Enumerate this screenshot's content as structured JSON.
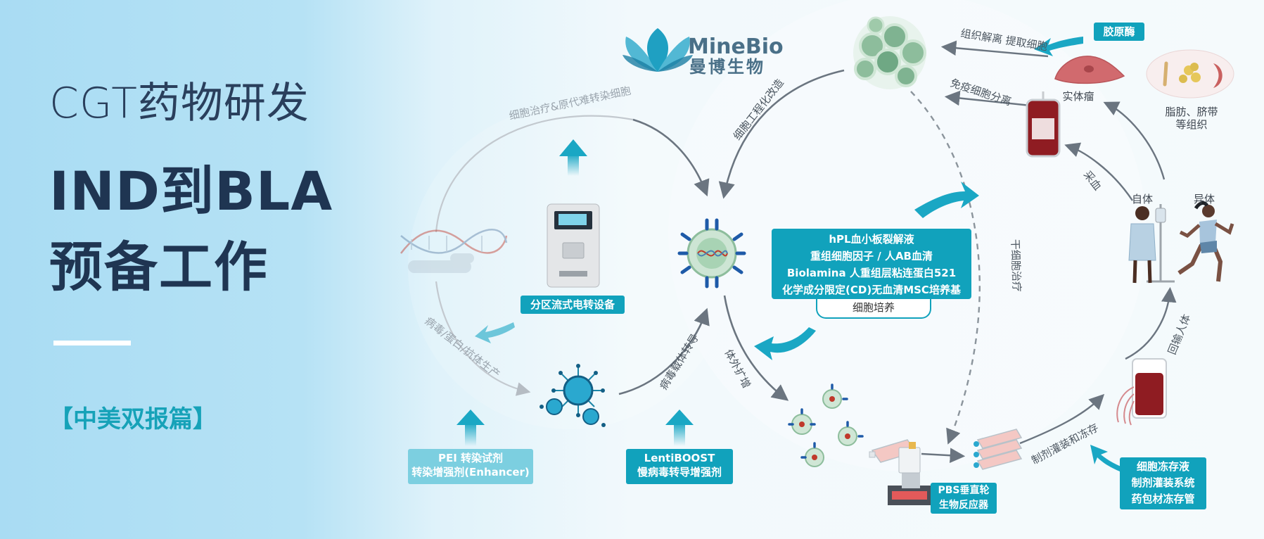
{
  "left": {
    "title_line1": "CGT药物研发",
    "title_line2": "IND到BLA",
    "title_line3": "预备工作",
    "subtitle": "【中美双报篇】"
  },
  "logo": {
    "en": "MineBio",
    "cn": "曼博生物"
  },
  "boxes": {
    "electro": "分区流式电转设备",
    "pei_line1": "PEI 转染试剂",
    "pei_line2": "转染增强剂(Enhancer)",
    "lenti_line1": "LentiBOOST",
    "lenti_line2": "慢病毒转导增强剂",
    "culture_line1": "hPL血小板裂解液",
    "culture_line2": "重组细胞因子 / 人AB血清",
    "culture_line3": "Biolamina 人重组层粘连蛋白521",
    "culture_line4": "化学成分限定(CD)无血清MSC培养基",
    "culture_tab": "细胞培养",
    "pbs_line1": "PBS垂直轮",
    "pbs_line2": "生物反应器",
    "collagenase": "胶原酶",
    "freeze_line1": "细胞冻存液",
    "freeze_line2": "制剂灌装系统",
    "freeze_line3": "药包材冻存管"
  },
  "route_labels": {
    "hard_transfect": "细胞治疗&原代难转染细胞",
    "cell_engineering": "细胞工程化改造",
    "virus_production": "病毒/蛋白/抗体生产",
    "viral_transduction": "病毒载体转导",
    "expansion": "体外扩增",
    "stem_cell": "干细胞治疗",
    "tissue_dissociation": "组织解离 提取细胞",
    "immune_separation": "免疫细胞分离",
    "blood_collection": "采血",
    "reinfusion": "回输人体",
    "fill_freeze": "制剂灌装和冻存"
  },
  "captions": {
    "solid_tumor": "实体瘤",
    "tissue_line1": "脂肪、脐带",
    "tissue_line2": "等组织",
    "autologous": "自体",
    "allogeneic": "异体"
  }
}
